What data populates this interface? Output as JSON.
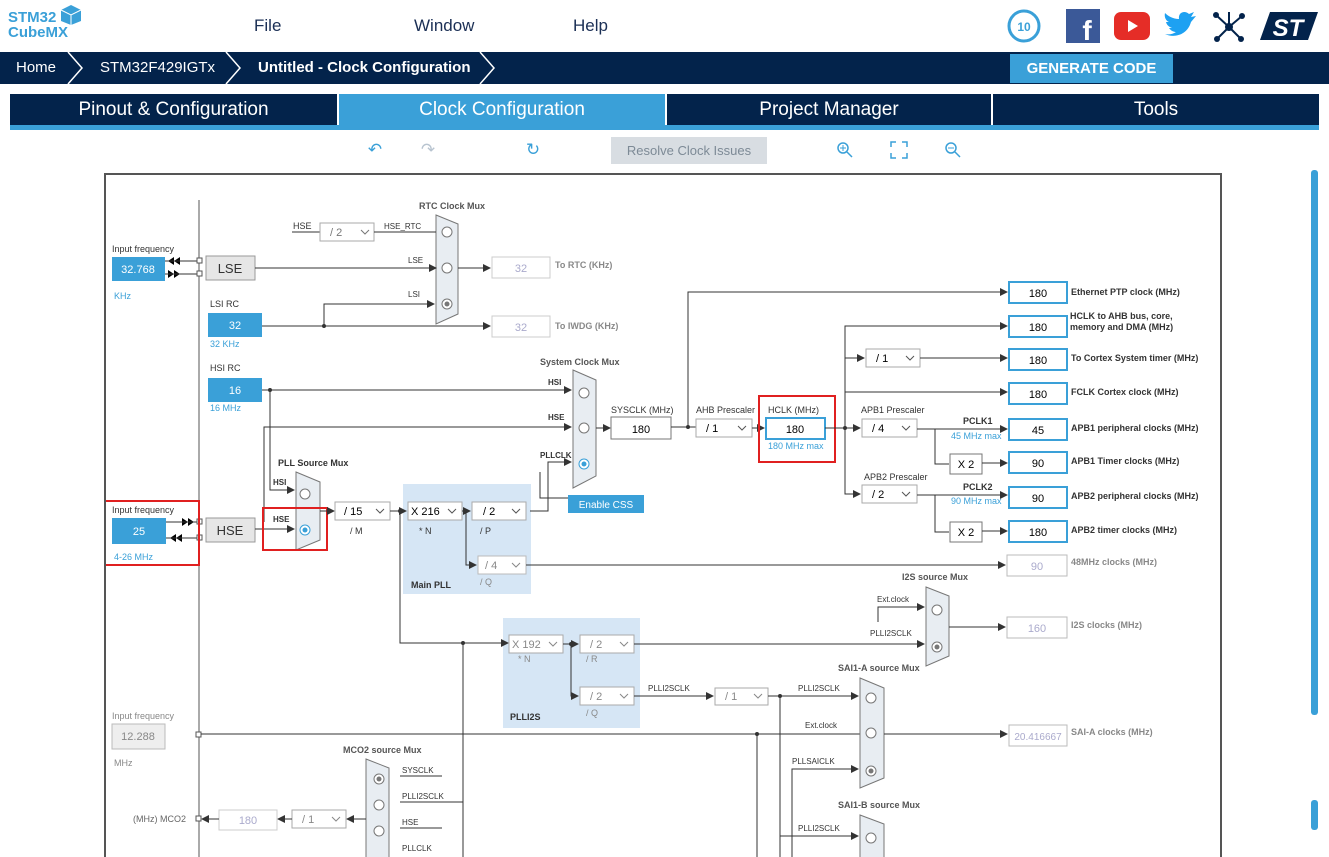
{
  "app": {
    "logo_line1": "STM32",
    "logo_line2": "CubeMX"
  },
  "menu": {
    "file": "File",
    "window": "Window",
    "help": "Help"
  },
  "social": [
    "anniversary-10-icon",
    "facebook-icon",
    "youtube-icon",
    "twitter-icon",
    "network-icon",
    "st-logo-icon"
  ],
  "breadcrumb": {
    "home": "Home",
    "device": "STM32F429IGTx",
    "project": "Untitled - Clock Configuration"
  },
  "generate_label": "GENERATE CODE",
  "tabs": [
    "Pinout & Configuration",
    "Clock Configuration",
    "Project Manager",
    "Tools"
  ],
  "toolbar": {
    "resolve": "Resolve Clock Issues"
  },
  "colors": {
    "accent": "#3aa0d8",
    "navy": "#03234b",
    "highlight": "#e02020"
  },
  "diagram": {
    "lse": {
      "label": "Input frequency",
      "value": "32.768",
      "unit": "KHz",
      "box": "LSE"
    },
    "lsi": {
      "label": "LSI RC",
      "value": "32",
      "unit": "32 KHz"
    },
    "hsi": {
      "label": "HSI RC",
      "value": "16",
      "unit": "16 MHz"
    },
    "hse": {
      "label": "Input frequency",
      "value": "25",
      "range": "4-26 MHz",
      "box": "HSE"
    },
    "ext": {
      "label": "Input frequency",
      "value": "12.288",
      "unit": "MHz"
    },
    "rtc_mux": {
      "title": "RTC Clock Mux",
      "in_hse": "HSE",
      "div": "/ 2",
      "hse_rtc": "HSE_RTC",
      "lse": "LSE",
      "lsi": "LSI",
      "to_rtc_val": "32",
      "to_rtc": "To RTC (KHz)",
      "to_iwdg_val": "32",
      "to_iwdg": "To IWDG (KHz)"
    },
    "sys_mux": {
      "title": "System Clock Mux",
      "hsi": "HSI",
      "hse": "HSE",
      "pllclk": "PLLCLK",
      "css": "Enable CSS"
    },
    "pll_mux": {
      "title": "PLL Source Mux",
      "hsi": "HSI",
      "hse": "HSE"
    },
    "pll": {
      "m": "/ 15",
      "m_lbl": "/ M",
      "n": "X 216",
      "n_lbl": "* N",
      "p": "/ 2",
      "p_lbl": "/ P",
      "q": "/ 4",
      "q_lbl": "/ Q",
      "title": "Main PLL"
    },
    "sysclk": {
      "label": "SYSCLK (MHz)",
      "value": "180"
    },
    "ahb": {
      "label": "AHB Prescaler",
      "value": "/ 1"
    },
    "hclk": {
      "label": "HCLK (MHz)",
      "value": "180",
      "max": "180 MHz max"
    },
    "cortex_div": "/ 1",
    "apb1": {
      "label": "APB1 Prescaler",
      "value": "/ 4",
      "pclk": "PCLK1",
      "max": "45 MHz max",
      "x2": "X 2"
    },
    "apb2": {
      "label": "APB2 Prescaler",
      "value": "/ 2",
      "pclk": "PCLK2",
      "max": "90 MHz max",
      "x2": "X 2"
    },
    "outputs": [
      {
        "value": "180",
        "label": "Ethernet PTP clock (MHz)"
      },
      {
        "value": "180",
        "label": "HCLK to AHB bus, core, memory and DMA (MHz)"
      },
      {
        "value": "180",
        "label": "To Cortex System timer (MHz)"
      },
      {
        "value": "180",
        "label": "FCLK Cortex clock (MHz)"
      },
      {
        "value": "45",
        "label": "APB1 peripheral clocks (MHz)"
      },
      {
        "value": "90",
        "label": "APB1 Timer clocks (MHz)"
      },
      {
        "value": "90",
        "label": "APB2 peripheral clocks (MHz)"
      },
      {
        "value": "180",
        "label": "APB2 timer clocks (MHz)"
      },
      {
        "value": "90",
        "label": "48MHz clocks (MHz)"
      },
      {
        "value": "160",
        "label": "I2S clocks (MHz)"
      },
      {
        "value": "20.416667",
        "label": "SAI-A clocks (MHz)"
      }
    ],
    "i2s_mux": {
      "title": "I2S source Mux",
      "ext": "Ext.clock",
      "plli2s": "PLLI2SCLK"
    },
    "plli2s": {
      "n": "X 192",
      "n_lbl": "* N",
      "r": "/ 2",
      "r_lbl": "/ R",
      "q": "/ 2",
      "q_lbl": "/ Q",
      "title": "PLLI2S",
      "clk": "PLLI2SCLK",
      "div": "/ 1"
    },
    "saia_mux": {
      "title": "SAI1-A source Mux",
      "plli2s": "PLLI2SCLK",
      "ext": "Ext.clock",
      "pllsai": "PLLSAICLK"
    },
    "saib_mux": {
      "title": "SAI1-B source Mux",
      "plli2s": "PLLI2SCLK"
    },
    "mco2": {
      "title": "MCO2 source Mux",
      "sysclk": "SYSCLK",
      "plli2s": "PLLI2SCLK",
      "hse": "HSE",
      "pllclk": "PLLCLK",
      "out_label": "(MHz) MCO2",
      "value": "180",
      "div": "/ 1"
    }
  }
}
